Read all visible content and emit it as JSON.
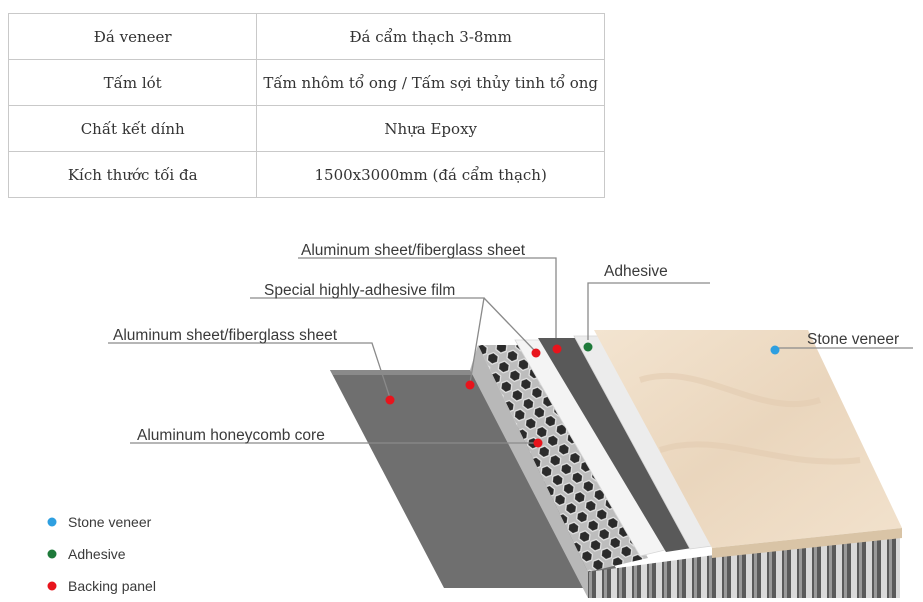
{
  "table": {
    "rows": [
      {
        "key": "Đá veneer",
        "value": "Đá cẩm thạch 3-8mm"
      },
      {
        "key": "Tấm lót",
        "value": "Tấm nhôm tổ ong / Tấm sợi thủy tinh tổ ong"
      },
      {
        "key": "Chất kết dính",
        "value": "Nhựa Epoxy"
      },
      {
        "key": "Kích thước tối đa",
        "value": "1500x3000mm (đá cẩm thạch)"
      }
    ]
  },
  "diagram": {
    "labels": {
      "top_sheet": "Aluminum sheet/fiberglass sheet",
      "adhesive": "Adhesive",
      "film": "Special highly-adhesive film",
      "stone_veneer": "Stone veneer",
      "bottom_sheet": "Aluminum sheet/fiberglass sheet",
      "core": "Aluminum honeycomb core"
    },
    "legend": [
      {
        "label": "Stone veneer",
        "color": "#2e9fe0"
      },
      {
        "label": "Adhesive",
        "color": "#1e7a3a"
      },
      {
        "label": "Backing panel",
        "color": "#e8141c"
      }
    ],
    "colors": {
      "stone": "#f0dfc9",
      "backing": "#6f6f6f",
      "honeycomb": "#303030"
    }
  }
}
